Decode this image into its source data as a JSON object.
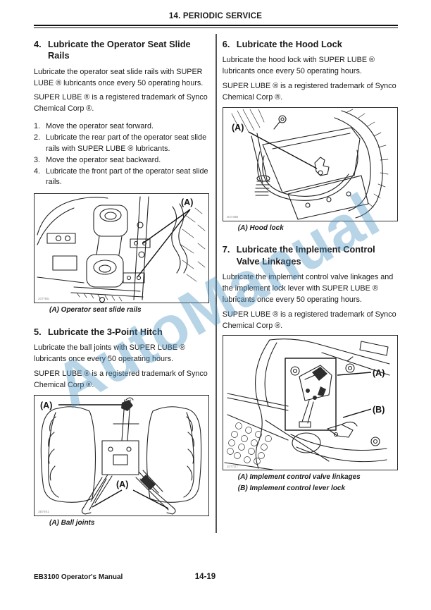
{
  "header": {
    "title": "14. PERIODIC SERVICE"
  },
  "watermark": {
    "text": "AutoManual",
    "color": "#4f95c4"
  },
  "left": {
    "s4": {
      "number": "4.",
      "title": "Lubricate the Operator Seat Slide Rails",
      "para1": "Lubricate the operator seat slide rails with SUPER LUBE ® lubricants once every 50 operating hours.",
      "para2": "SUPER LUBE ® is a registered trademark of Synco Chemical Corp ®.",
      "steps": [
        {
          "num": "1.",
          "text": "Move the operator seat forward."
        },
        {
          "num": "2.",
          "text": "Lubricate the rear part of the operator seat slide rails with SUPER LUBE ® lubricants."
        },
        {
          "num": "3.",
          "text": "Move the operator seat backward."
        },
        {
          "num": "4.",
          "text": "Lubricate the front part of the operator seat slide rails."
        }
      ],
      "figure": {
        "label_a": "(A)",
        "code": "2077B5",
        "caption": "(A) Operator seat slide rails"
      }
    },
    "s5": {
      "number": "5.",
      "title": "Lubricate the 3-Point Hitch",
      "para1": "Lubricate the ball joints with SUPER LUBE ® lubricants once every 50 operating hours.",
      "para2": "SUPER LUBE ® is a registered trademark of Synco Chemical Corp ®.",
      "figure": {
        "label_a_top": "(A)",
        "label_a_bottom": "(A)",
        "code": "3B79S1",
        "caption": "(A) Ball joints"
      }
    }
  },
  "right": {
    "s6": {
      "number": "6.",
      "title": "Lubricate the Hood Lock",
      "para1": "Lubricate the hood lock with SUPER LUBE ® lubricants once every 50 operating hours.",
      "para2": "SUPER LUBE ® is a registered trademark of Synco Chemical Corp ®.",
      "figure": {
        "label_a": "(A)",
        "code": "D3738B",
        "caption": "(A) Hood lock"
      }
    },
    "s7": {
      "number": "7.",
      "title": "Lubricate the Implement Control Valve Linkages",
      "para1": "Lubricate the implement control valve linkages and the implement lock lever with SUPER LUBE ® lubricants once every 50 operating hours.",
      "para2": "SUPER LUBE ® is a registered trademark of Synco Chemical Corp ®.",
      "figure": {
        "label_a": "(A)",
        "label_b": "(B)",
        "code": "2077D7",
        "captions": [
          "(A) Implement control valve linkages",
          "(B) Implement control lever lock"
        ]
      }
    }
  },
  "footer": {
    "manual_title": "EB3100 Operator's Manual",
    "page_number": "14-19"
  }
}
